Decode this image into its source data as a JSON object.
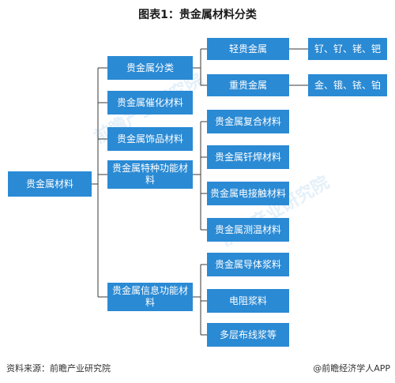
{
  "title": "图表1：贵金属材料分类",
  "root": "贵金属材料",
  "level1": {
    "fenlei": "贵金属分类",
    "cuihua": "贵金属催化材料",
    "shipin": "贵金属饰品材料",
    "tezhong": "贵金属特种功能材料",
    "xinxi": "贵金属信息功能材料"
  },
  "level2": {
    "qing": "轻贵金属",
    "zhong": "重贵金属",
    "fuhe": "贵金属复合材料",
    "hanliao": "贵金属钎焊材料",
    "dianjiechu": "贵金属电接触材料",
    "cewen": "贵金属测温材料",
    "daoti": "贵金属导体浆料",
    "dianzu": "电阻浆料",
    "duoceng": "多层布线浆等"
  },
  "level3": {
    "qing_list": "钌、钌、铑、钯",
    "zhong_list": "金、锇、铱、铂"
  },
  "footer": {
    "source": "资料来源：前瞻产业研究院",
    "brand": "@前瞻经济学人APP"
  }
}
